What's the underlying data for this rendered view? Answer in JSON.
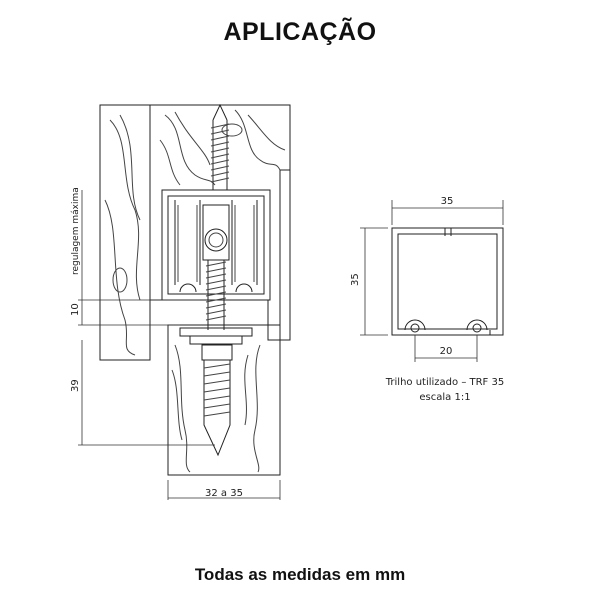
{
  "title": "APLICAÇÃO",
  "footer": "Todas as medidas em mm",
  "left_drawing": {
    "dim_regulagem": "regulagem máxima",
    "dim_10": "10",
    "dim_39": "39",
    "dim_width": "32 a 35"
  },
  "right_drawing": {
    "dim_top": "35",
    "dim_left": "35",
    "dim_bottom": "20",
    "caption_line1": "Trilho utilizado – TRF 35",
    "caption_line2": "escala 1:1"
  },
  "colors": {
    "line": "#222222",
    "wood_line": "#333333",
    "background": "#ffffff"
  }
}
